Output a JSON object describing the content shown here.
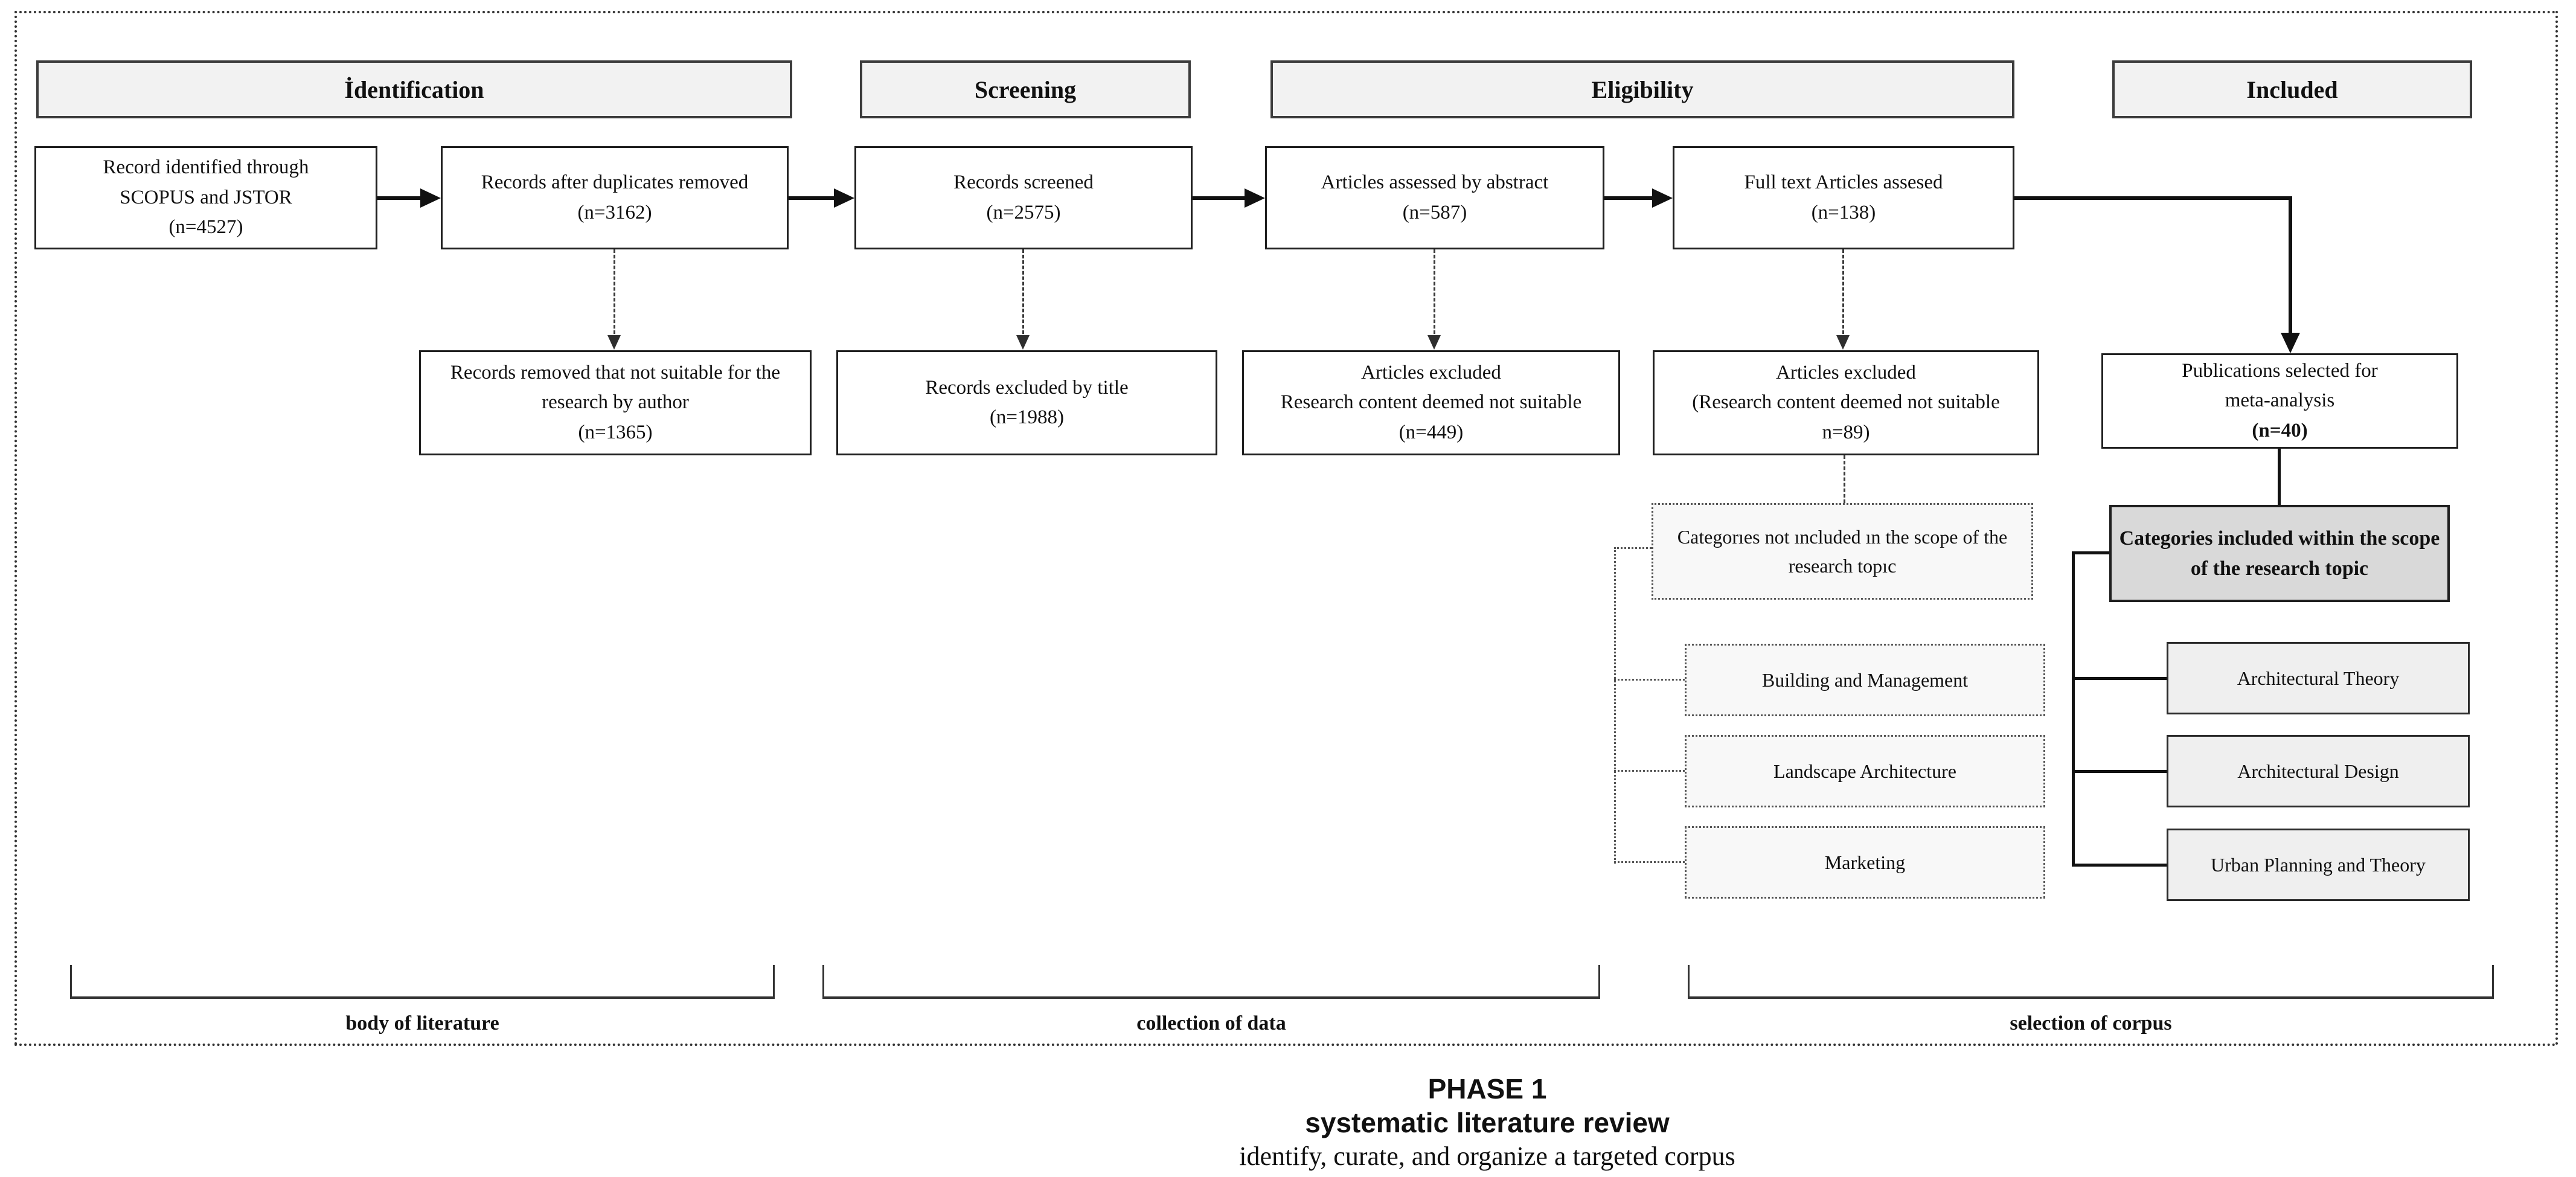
{
  "headers": [
    {
      "label": "İdentification"
    },
    {
      "label": "Screening"
    },
    {
      "label": "Eligibility"
    },
    {
      "label": "Included"
    }
  ],
  "flow": {
    "identified": "Record identified through\nSCOPUS and JSTOR\n(n=4527)",
    "after_duplicates": "Records after duplicates removed\n(n=3162)",
    "screened": "Records screened\n(n=2575)",
    "assessed_abstract": "Articles assessed by abstract\n(n=587)",
    "full_text": "Full text Articles assesed\n(n=138)"
  },
  "excluded": {
    "by_author": "Records removed that not suitable for the\nresearch by author\n(n=1365)",
    "by_title": "Records excluded by title\n(n=1988)",
    "by_abstract": "Articles excluded\nResearch content deemed not suitable\n(n=449)",
    "by_fulltext": "Articles excluded\n(Research content deemed not suitable\nn=89)"
  },
  "included": {
    "publications": "Publications selected for\nmeta-analysis",
    "publications_n": "(n=40)",
    "categories_title": "Categories included within the scope\nof the research topic",
    "categories": [
      "Architectural Theory",
      "Architectural Design",
      "Urban Planning and Theory"
    ]
  },
  "not_included": {
    "title": "Categorıes not ıncluded ın the scope of the\nresearch topıc",
    "categories": [
      "Building and Management",
      "Landscape Architecture",
      "Marketing"
    ]
  },
  "brackets": [
    {
      "label": "body of literature"
    },
    {
      "label": "collection of data"
    },
    {
      "label": "selection of corpus"
    }
  ],
  "caption": {
    "phase": "PHASE 1",
    "title": "systematic literature review",
    "subtitle": "identify, curate, and organize a targeted corpus"
  },
  "colors": {
    "header_fill": "#f2f2f2",
    "shaded_fill": "#d9d9d9",
    "dotted_fill": "#f8f8f8",
    "line": "#111111"
  }
}
